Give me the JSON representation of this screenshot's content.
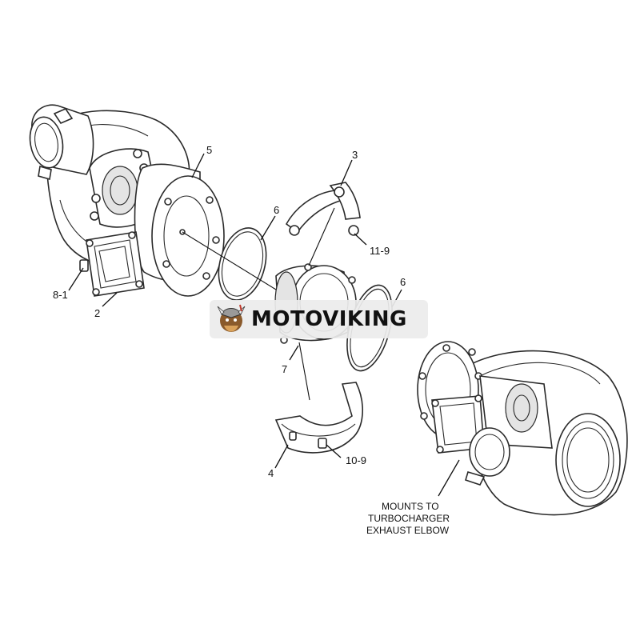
{
  "diagram": {
    "callouts": {
      "c5": "5",
      "c3": "3",
      "c6a": "6",
      "c119": "11-9",
      "c81": "8-1",
      "c2": "2",
      "c6b": "6",
      "c7": "7",
      "c4": "4",
      "c109": "10-9"
    },
    "note_lines": [
      "MOUNTS TO",
      "TURBOCHARGER",
      "EXHAUST ELBOW"
    ]
  },
  "watermark": {
    "text": "MOTOVIKING",
    "accent_color": "#c0392b"
  }
}
